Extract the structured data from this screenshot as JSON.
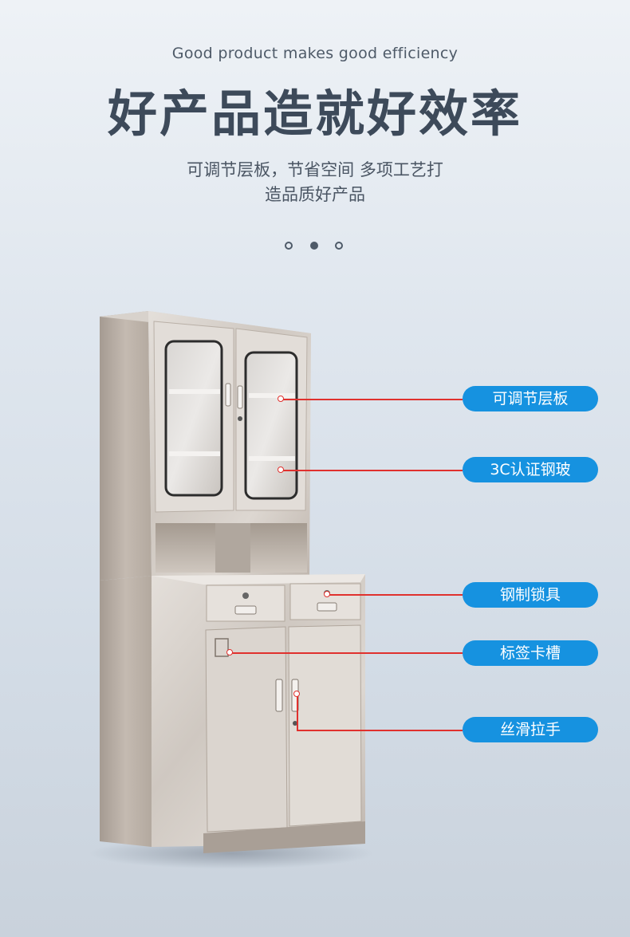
{
  "header": {
    "subtitle_en": "Good product makes good efficiency",
    "title_cn": "好产品造就好效率",
    "description_line1": "可调节层板，节省空间 多项工艺打",
    "description_line2": "造品质好产品"
  },
  "pagination": {
    "count": 3,
    "active_index": 1
  },
  "callouts": [
    {
      "label": "可调节层板"
    },
    {
      "label": "3C认证钢玻"
    },
    {
      "label": "钢制锁具"
    },
    {
      "label": "标签卡槽"
    },
    {
      "label": "丝滑拉手"
    }
  ],
  "colors": {
    "accent": "#1692e0",
    "leader": "#e0312e",
    "title": "#3d4a5a"
  }
}
